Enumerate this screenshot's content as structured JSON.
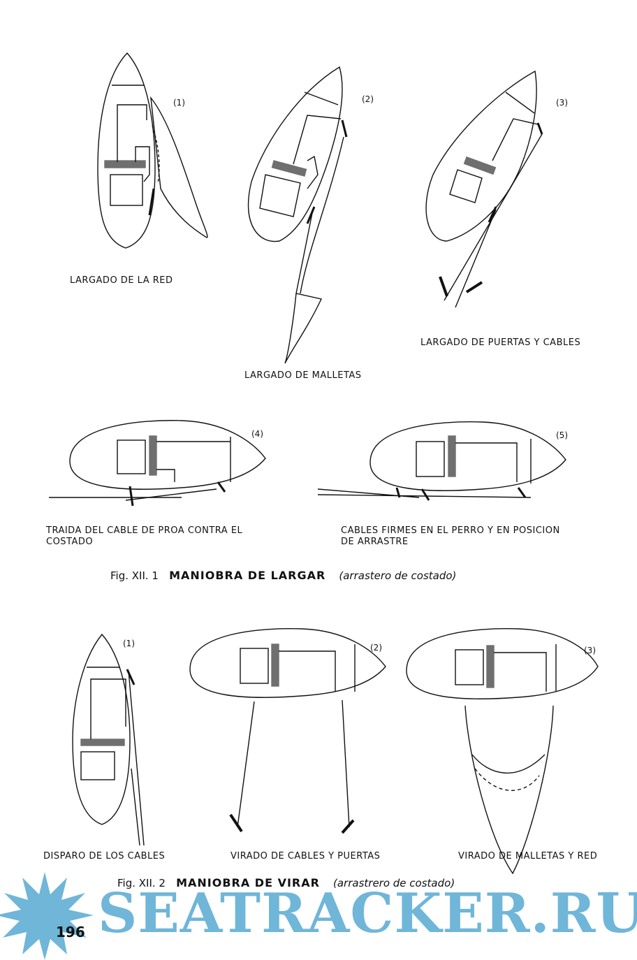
{
  "fig1": {
    "panels": [
      {
        "num": "(1)",
        "label": "LARGADO DE LA RED"
      },
      {
        "num": "(2)",
        "label": "LARGADO DE MALLETAS"
      },
      {
        "num": "(3)",
        "label": "LARGADO DE PUERTAS Y CABLES"
      },
      {
        "num": "(4)",
        "label_lines": [
          "TRAIDA DEL CABLE DE PROA CONTRA EL",
          "COSTADO"
        ]
      },
      {
        "num": "(5)",
        "label_lines": [
          "CABLES FIRMES EN EL PERRO Y EN POSICION",
          "DE ARRASTRE"
        ]
      }
    ],
    "caption": {
      "fig": "Fig. XII. 1",
      "title": "MANIOBRA DE LARGAR",
      "sub": "(arrastero de costado)"
    }
  },
  "fig2": {
    "panels": [
      {
        "num": "(1)",
        "label": "DISPARO DE LOS CABLES"
      },
      {
        "num": "(2)",
        "label": "VIRADO DE CABLES Y PUERTAS"
      },
      {
        "num": "(3)",
        "label": "VIRADO DE MALLETAS Y RED"
      }
    ],
    "caption": {
      "fig": "Fig. XII. 2",
      "title": "MANIOBRA DE VIRAR",
      "sub": "(arrastrero de costado)"
    }
  },
  "page_number": "196",
  "watermark": {
    "text": "SEATRACKER.RU",
    "color": "#6fb6d8"
  }
}
